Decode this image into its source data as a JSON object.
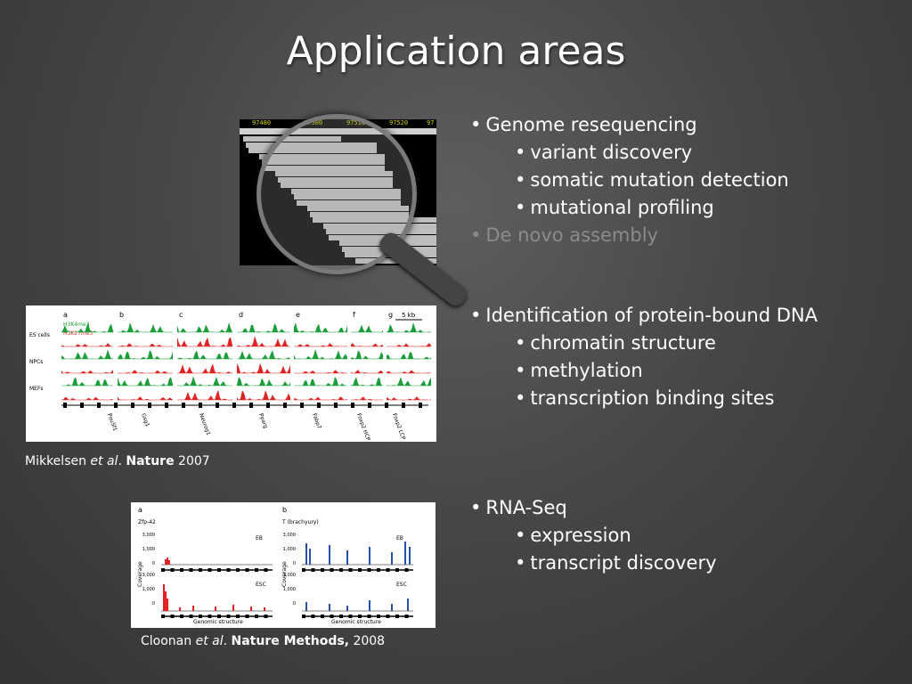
{
  "slide": {
    "title": "Application areas",
    "section1": {
      "bullets": [
        {
          "text": "Genome resequencing",
          "level": 1
        },
        {
          "text": "variant discovery",
          "level": 2
        },
        {
          "text": "somatic mutation detection",
          "level": 2
        },
        {
          "text": "mutational profiling",
          "level": 2
        },
        {
          "text": "De novo assembly",
          "level": 1
        }
      ]
    },
    "section2": {
      "bullets": [
        {
          "text": "Identification of protein-bound DNA",
          "level": 1
        },
        {
          "text": "chromatin structure",
          "level": 2
        },
        {
          "text": "methylation",
          "level": 2
        },
        {
          "text": "transcription binding sites",
          "level": 2
        }
      ]
    },
    "section3": {
      "bullets": [
        {
          "text": "RNA-Seq",
          "level": 1
        },
        {
          "text": "expression",
          "level": 2
        },
        {
          "text": "transcript discovery",
          "level": 2
        }
      ]
    },
    "citation1": {
      "author": "Mikkelsen ",
      "etal": "et al",
      "journal": "Nature",
      "year": " 2007"
    },
    "citation2": {
      "author": "Cloonan ",
      "etal": "et al",
      "journal": "Nature Methods,",
      "year": " 2008"
    },
    "figure_seq": {
      "positions": [
        "97480",
        "97500",
        "97510",
        "97520",
        "97"
      ]
    },
    "figure_chip": {
      "panels": [
        "a",
        "b",
        "c",
        "d",
        "e",
        "f",
        "g"
      ],
      "rows": [
        "ES cells",
        "NPCs",
        "MEFs"
      ],
      "marks": [
        "H3K4me3",
        "H3K27me3"
      ],
      "scale": "5 kb",
      "genes": [
        "Pou5f1",
        "Gsg1",
        "Neurog1",
        "Pparg",
        "Fabp7",
        "Foxp2 HCP",
        "Foxp2 LCP"
      ],
      "colors": {
        "k4": "#1a9e3a",
        "k27": "#e02424"
      }
    },
    "figure_rna": {
      "panel_a": {
        "label": "a",
        "gene": "Zfp-42",
        "ylabel": "Coverage",
        "xlabel": "Genomic structure",
        "tracks": [
          "EB",
          "ESC"
        ]
      },
      "panel_b": {
        "label": "b",
        "gene": "T (brachyury)",
        "ylabel": "Coverage",
        "xlabel": "Genomic structure",
        "tracks": [
          "EB",
          "ESC"
        ]
      },
      "ticks": [
        "3,000",
        "1,000",
        "0"
      ],
      "colors": {
        "a": "#e02424",
        "b": "#2a4fb0"
      }
    }
  }
}
